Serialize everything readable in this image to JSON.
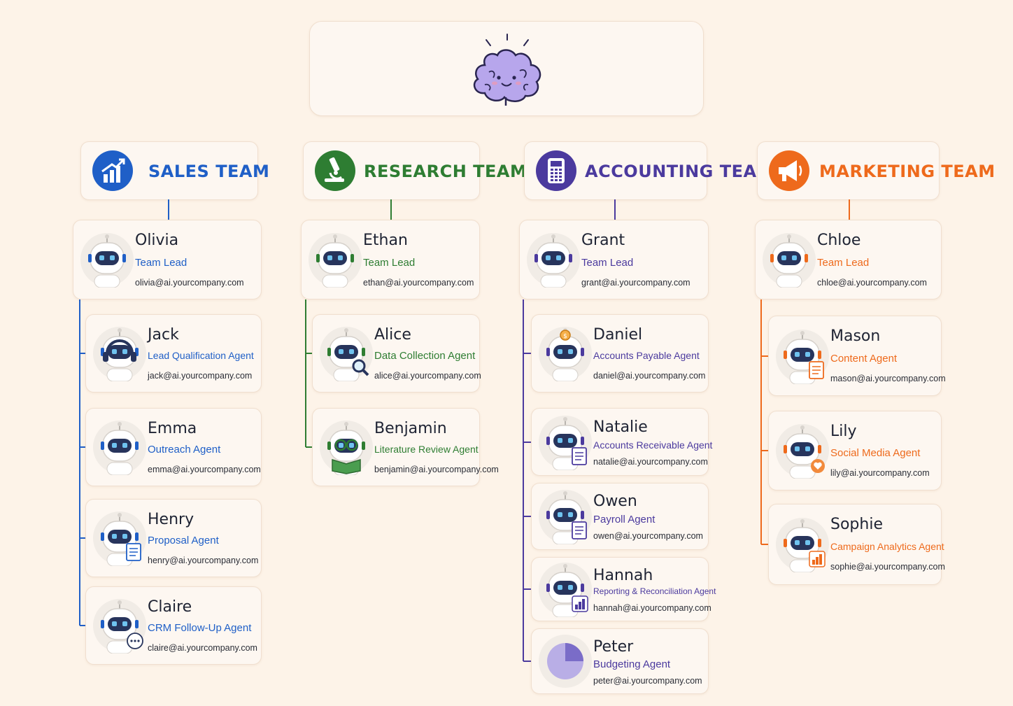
{
  "teams": [
    {
      "name": "SALES TEAM",
      "color": "#1f5fc7",
      "icon": "bar-chart-icon",
      "lead": {
        "name": "Olivia",
        "role": "Team Lead",
        "email": "olivia@ai.yourcompany.com"
      },
      "members": [
        {
          "name": "Jack",
          "role": "Lead Qualification Agent",
          "email": "jack@ai.yourcompany.com",
          "badge": "headset-icon"
        },
        {
          "name": "Emma",
          "role": "Outreach Agent",
          "email": "emma@ai.yourcompany.com",
          "badge": ""
        },
        {
          "name": "Henry",
          "role": "Proposal Agent",
          "email": "henry@ai.yourcompany.com",
          "badge": "document-icon"
        },
        {
          "name": "Claire",
          "role": "CRM Follow-Up Agent",
          "email": "claire@ai.yourcompany.com",
          "badge": "chat-bubble-icon"
        }
      ]
    },
    {
      "name": "RESEARCH TEAM",
      "color": "#2e7d32",
      "icon": "microscope-icon",
      "lead": {
        "name": "Ethan",
        "role": "Team Lead",
        "email": "ethan@ai.yourcompany.com"
      },
      "members": [
        {
          "name": "Alice",
          "role": "Data Collection Agent",
          "email": "alice@ai.yourcompany.com",
          "badge": "magnifier-icon"
        },
        {
          "name": "Benjamin",
          "role": "Literature Review Agent",
          "email": "benjamin@ai.yourcompany.com",
          "badge": "glasses-book-icon"
        }
      ]
    },
    {
      "name": "ACCOUNTING TEAM",
      "color": "#4b3a9e",
      "icon": "calculator-icon",
      "lead": {
        "name": "Grant",
        "role": "Team Lead",
        "email": "grant@ai.yourcompany.com"
      },
      "members": [
        {
          "name": "Daniel",
          "role": "Accounts Payable Agent",
          "email": "daniel@ai.yourcompany.com",
          "badge": "coin-icon"
        },
        {
          "name": "Natalie",
          "role": "Accounts Receivable Agent",
          "email": "natalie@ai.yourcompany.com",
          "badge": "document-icon"
        },
        {
          "name": "Owen",
          "role": "Payroll Agent",
          "email": "owen@ai.yourcompany.com",
          "badge": "document-icon"
        },
        {
          "name": "Hannah",
          "role": "Reporting & Reconciliation Agent",
          "email": "hannah@ai.yourcompany.com",
          "badge": "bar-chart-icon"
        },
        {
          "name": "Peter",
          "role": "Budgeting Agent",
          "email": "peter@ai.yourcompany.com",
          "badge": "pie-chart-icon"
        }
      ]
    },
    {
      "name": "MARKETING TEAM",
      "color": "#ee6a1c",
      "icon": "megaphone-icon",
      "lead": {
        "name": "Chloe",
        "role": "Team Lead",
        "email": "chloe@ai.yourcompany.com"
      },
      "members": [
        {
          "name": "Mason",
          "role": "Content Agent",
          "email": "mason@ai.yourcompany.com",
          "badge": "document-icon"
        },
        {
          "name": "Lily",
          "role": "Social Media Agent",
          "email": "lily@ai.yourcompany.com",
          "badge": "heart-bubble-icon"
        },
        {
          "name": "Sophie",
          "role": "Campaign Analytics Agent",
          "email": "sophie@ai.yourcompany.com",
          "badge": "bar-chart-icon"
        }
      ]
    }
  ],
  "root_icon": "brain-icon",
  "colors": {
    "background": "#fdf3e8",
    "card": "#fdf7f1",
    "card_border": "#f0dfcf",
    "robot_face": "#27345c",
    "robot_eye": "#6fc3f0"
  }
}
